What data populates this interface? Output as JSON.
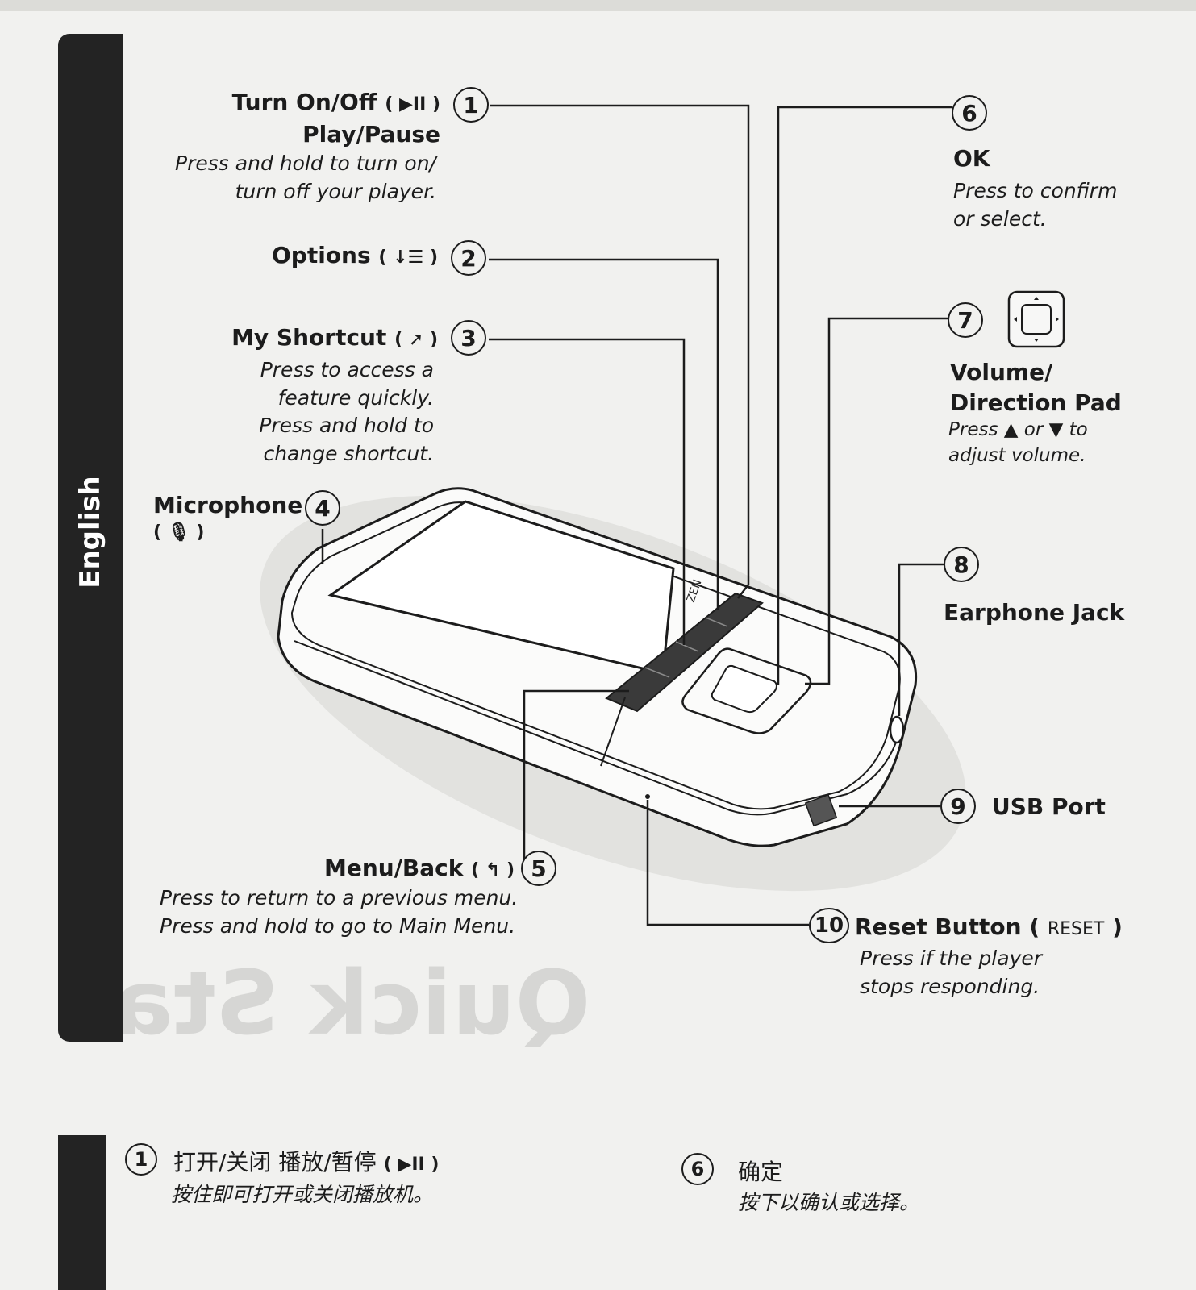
{
  "sidebar": {
    "language": "English"
  },
  "callouts": [
    {
      "number": "1",
      "title_lines": [
        "Turn On/Off",
        "Play/Pause"
      ],
      "icon_glyph": "▶II",
      "desc_lines": [
        "Press and hold to turn on/",
        "turn off your player."
      ]
    },
    {
      "number": "2",
      "title_lines": [
        "Options"
      ],
      "icon_glyph": "↓☰",
      "desc_lines": []
    },
    {
      "number": "3",
      "title_lines": [
        "My Shortcut"
      ],
      "icon_glyph": "➚",
      "desc_lines": [
        "Press to access a",
        "feature quickly.",
        "Press and hold to",
        "change shortcut."
      ]
    },
    {
      "number": "4",
      "title_lines": [
        "Microphone"
      ],
      "icon_glyph": "🎙",
      "desc_lines": []
    },
    {
      "number": "5",
      "title_lines": [
        "Menu/Back"
      ],
      "icon_glyph": "↰",
      "desc_lines": [
        "Press to return to a previous menu.",
        "Press and hold to go to Main Menu."
      ]
    },
    {
      "number": "6",
      "title_lines": [
        "OK"
      ],
      "desc_lines": [
        "Press to confirm",
        "or select."
      ]
    },
    {
      "number": "7",
      "title_lines": [
        "Volume/",
        "Direction Pad"
      ],
      "desc_lines": [
        "Press ▲ or ▼ to",
        "adjust volume."
      ]
    },
    {
      "number": "8",
      "title_lines": [
        "Earphone Jack"
      ],
      "desc_lines": []
    },
    {
      "number": "9",
      "title_lines": [
        "USB Port"
      ],
      "desc_lines": []
    },
    {
      "number": "10",
      "title_lines": [
        "Reset Button"
      ],
      "icon_text": "RESET",
      "desc_lines": [
        "Press if the player",
        "stops responding."
      ]
    }
  ],
  "device": {
    "brand": "ZEN"
  },
  "chinese": [
    {
      "number": "1",
      "title": "打开/关闭  播放/暂停",
      "icon_glyph": "▶II",
      "desc": "按住即可打开或关闭播放机。"
    },
    {
      "number": "6",
      "title": "确定",
      "desc": "按下以确认或选择。"
    }
  ],
  "background": {
    "faint_title": "Quick Sta"
  },
  "colors": {
    "ink": "#1c1c1c",
    "tab": "#232323",
    "paper": "#f1f1ef"
  }
}
